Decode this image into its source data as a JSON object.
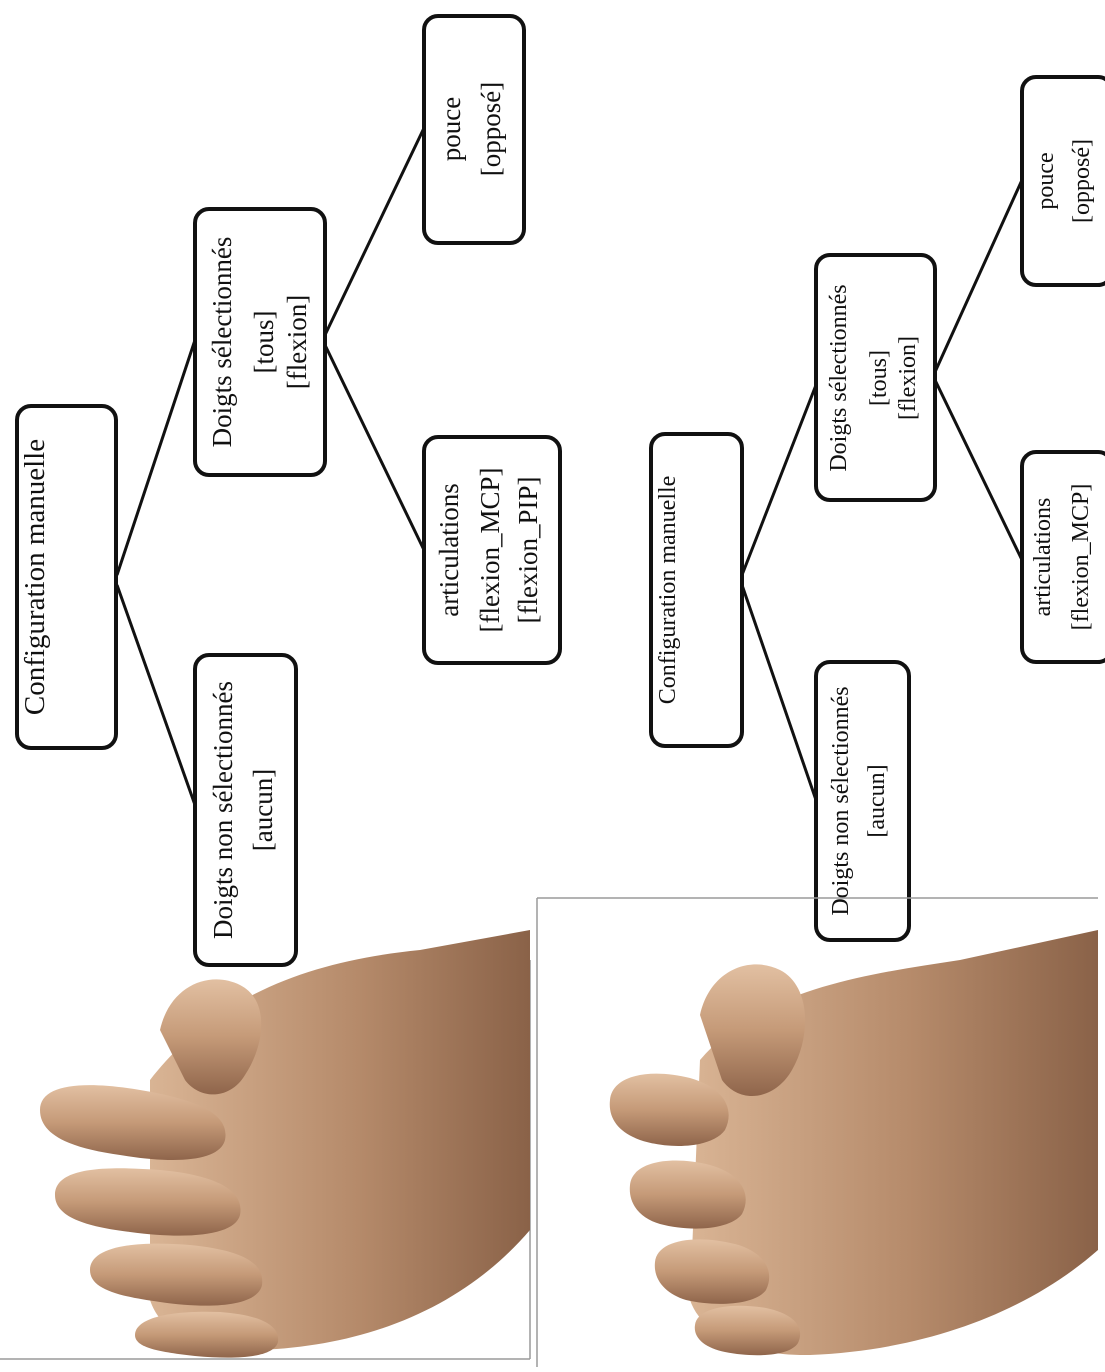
{
  "trees": [
    {
      "root": "Configuration manuelle",
      "selected": {
        "title": "Doigts sélectionnés",
        "lines": [
          "[tous]",
          "[flexion]"
        ]
      },
      "unselected": {
        "title": "Doigts non sélectionnés",
        "lines": [
          "[aucun]"
        ]
      },
      "thumb": {
        "title": "pouce",
        "lines": [
          "[opposé]"
        ]
      },
      "joints": {
        "title": "articulations",
        "lines": [
          "[flexion_MCP]",
          "[flexion_PIP]"
        ]
      }
    },
    {
      "root": "Configuration manuelle",
      "selected": {
        "title": "Doigts sélectionnés",
        "lines": [
          "[tous]",
          "[flexion]"
        ]
      },
      "unselected": {
        "title": "Doigts non sélectionnés",
        "lines": [
          "[aucun]"
        ]
      },
      "thumb": {
        "title": "pouce",
        "lines": [
          "[opposé]"
        ]
      },
      "joints": {
        "title": "articulations",
        "lines": [
          "[flexion_MCP]"
        ]
      }
    }
  ],
  "colors": {
    "skin": "#b58a6a",
    "skin_shadow": "#7a5640",
    "skin_light": "#d2ab8a"
  }
}
